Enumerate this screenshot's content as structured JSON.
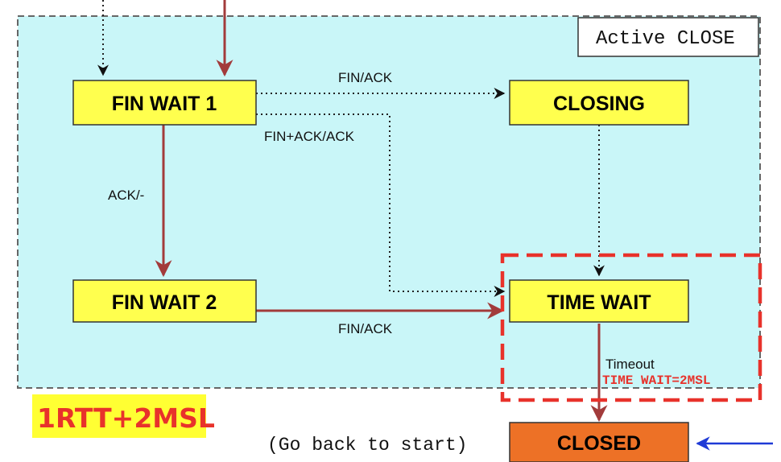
{
  "region_title": "Active CLOSE",
  "states": {
    "fin_wait_1": "FIN WAIT 1",
    "closing": "CLOSING",
    "fin_wait_2": "FIN WAIT 2",
    "time_wait": "TIME WAIT",
    "closed": "CLOSED"
  },
  "edges": {
    "fin_ack_top": "FIN/ACK",
    "fin_ack_ack": "FIN+ACK/ACK",
    "ack_dash": "ACK/-",
    "fin_ack_bottom": "FIN/ACK",
    "timeout": "Timeout"
  },
  "notes": {
    "time_wait_eq": "TIME WAIT=2MSL",
    "rtt_msl": "1RTT+2MSL",
    "go_back": "(Go back to start)"
  },
  "colors": {
    "region_fill": "#c9f6f8",
    "state_fill": "#ffff4e",
    "closed_fill": "#ed7126",
    "solid_arrow": "#a23b3b",
    "highlight_red": "#e8322b",
    "highlight_yellow": "#ffff33",
    "incoming_blue": "#1f3ad6"
  }
}
